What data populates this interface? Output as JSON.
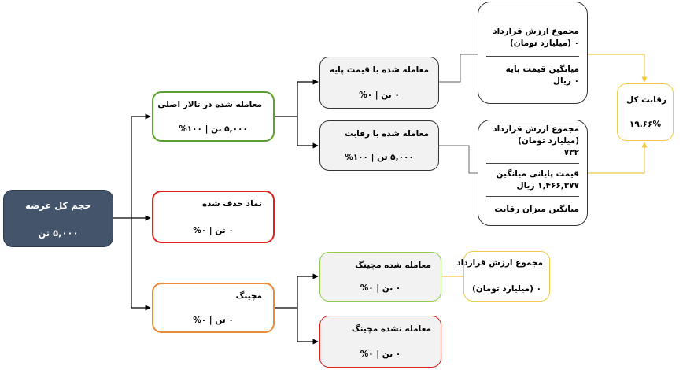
{
  "total": {
    "title": "حجم  کل عرضه",
    "value": "۵,۰۰۰ تن"
  },
  "main_hall": {
    "title": "معامله شده در تالار اصلی",
    "value": "۵,۰۰۰ تن | ۱۰۰%"
  },
  "deleted": {
    "title": "نماد حذف شده",
    "value": "۰ تن | ۰%"
  },
  "matching": {
    "title": "مچینگ",
    "value": "۰ تن | ۰%"
  },
  "base_price": {
    "title": "معامله شده با قیمت پایه",
    "value": "۰ تن | ۰%"
  },
  "competition": {
    "title": "معامله شده با رقابت",
    "value": "۵,۰۰۰ تن | ۱۰۰%"
  },
  "matched": {
    "title": "معامله شده مچینگ",
    "value": "۰ تن | ۰%"
  },
  "not_matched": {
    "title": "معامله نشده مچینگ",
    "value": "۰ تن | ۰%"
  },
  "base_info": {
    "contract_label": "مجموع ارزش قرارداد",
    "contract_value": "۰ (میلیارد تومان)",
    "avg_label": "میانگین قیمت پایه",
    "avg_value": "۰ ریال"
  },
  "comp_info": {
    "contract_label": "مجموع ارزش قرارداد",
    "contract_value": "(میلیارد تومان)",
    "contract_number": "۷۳۲",
    "final_label": "قیمت پایانی میانگین",
    "final_value": "۱,۴۶۶,۳۷۷ ریال",
    "comp_label": "میانگین میزان رقابت"
  },
  "match_value": {
    "label": "مجموع ارزش قرارداد",
    "value": "۰ (میلیارد تومان)"
  },
  "overall": {
    "title": "رقابت کل",
    "value": "۱۹.۶۶%"
  },
  "colors": {
    "total_fill": "#44546a",
    "green": "#5aa02c",
    "red": "#e02020",
    "orange": "#ec8a37",
    "light_green": "#8fcf50",
    "yellow": "#f2c84b",
    "gray_fill": "#f2f2f2"
  }
}
